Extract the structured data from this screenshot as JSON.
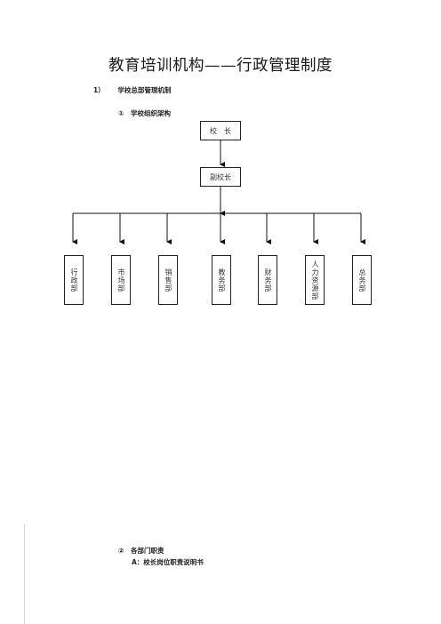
{
  "title": "教育培训机构——行政管理制度",
  "section1": {
    "number": "1）",
    "label": "学校总部管理机制"
  },
  "subsection1": {
    "marker": "①",
    "label": "学校组织架构"
  },
  "org_chart": {
    "root": "校　长",
    "deputy": "副校长",
    "departments": [
      "行政部",
      "市场部",
      "销售部",
      "教务部",
      "财务部",
      "人力资源部",
      "总务部"
    ]
  },
  "subsection2": {
    "marker": "②",
    "label": "各部门职责"
  },
  "subsection2_item": {
    "label": "A：校长岗位职责说明书"
  }
}
